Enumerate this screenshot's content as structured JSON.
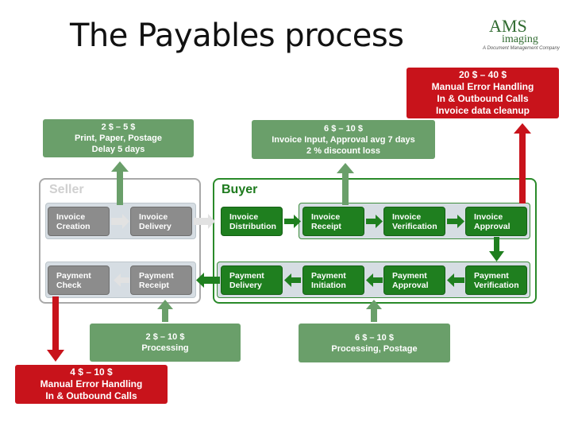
{
  "title": "The Payables process",
  "logo": {
    "brand": "AMS",
    "sub": "imaging",
    "tagline": "A Document Management Company"
  },
  "seller_label": "Seller",
  "buyer_label": "Buyer",
  "steps": {
    "invoice_creation": [
      "Invoice",
      "Creation"
    ],
    "invoice_delivery": [
      "Invoice",
      "Delivery"
    ],
    "invoice_distribution": [
      "Invoice",
      "Distribution"
    ],
    "invoice_receipt": [
      "Invoice",
      "Receipt"
    ],
    "invoice_verification": [
      "Invoice",
      "Verification"
    ],
    "invoice_approval": [
      "Invoice",
      "Approval"
    ],
    "payment_check": [
      "Payment",
      "Check"
    ],
    "payment_receipt": [
      "Payment",
      "Receipt"
    ],
    "payment_delivery": [
      "Payment",
      "Delivery"
    ],
    "payment_initiation": [
      "Payment",
      "Initiation"
    ],
    "payment_approval": [
      "Payment",
      "Approval"
    ],
    "payment_verification": [
      "Payment",
      "Verification"
    ]
  },
  "costs": {
    "print": [
      "2 $ – 5 $",
      "Print, Paper, Postage",
      "Delay 5 days"
    ],
    "input": [
      "6 $ – 10 $",
      "Invoice Input, Approval avg 7 days",
      "2 % discount loss"
    ],
    "error_top": [
      "20 $ – 40 $",
      "Manual Error Handling",
      "In & Outbound Calls",
      "Invoice data cleanup"
    ],
    "processing_seller": [
      "2 $ – 10 $",
      "Processing"
    ],
    "processing_buyer": [
      "6 $ – 10 $",
      "Processing, Postage"
    ],
    "error_bottom": [
      "4 $ – 10 $",
      "Manual Error Handling",
      "In & Outbound Calls"
    ]
  },
  "colors": {
    "green_step": "#1f7f1f",
    "grey_step": "#8c8c8c",
    "cost_green": "#6a9f6a",
    "cost_red": "#c8131b",
    "band": "#d6dde3"
  }
}
